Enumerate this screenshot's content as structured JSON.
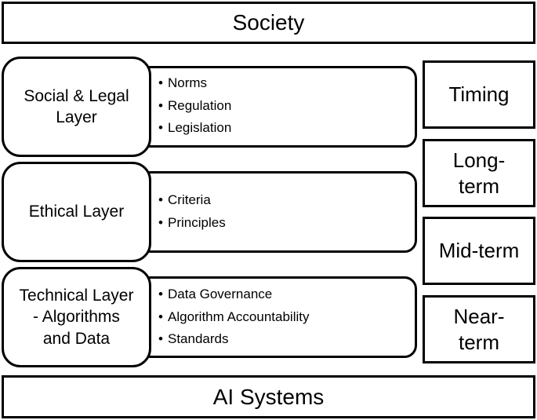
{
  "top_band": {
    "label": "Society"
  },
  "bottom_band": {
    "label": "AI Systems"
  },
  "layers": [
    {
      "label": "Social & Legal\nLayer",
      "items": [
        "Norms",
        "Regulation",
        "Legislation"
      ]
    },
    {
      "label": "Ethical Layer",
      "items": [
        "Criteria",
        "Principles"
      ]
    },
    {
      "label": "Technical Layer\n- Algorithms\nand Data",
      "items": [
        "Data Governance",
        "Algorithm Accountability",
        "Standards"
      ]
    }
  ],
  "timing": {
    "header": "Timing",
    "labels": [
      "Long-\nterm",
      "Mid-term",
      "Near-\nterm"
    ]
  }
}
